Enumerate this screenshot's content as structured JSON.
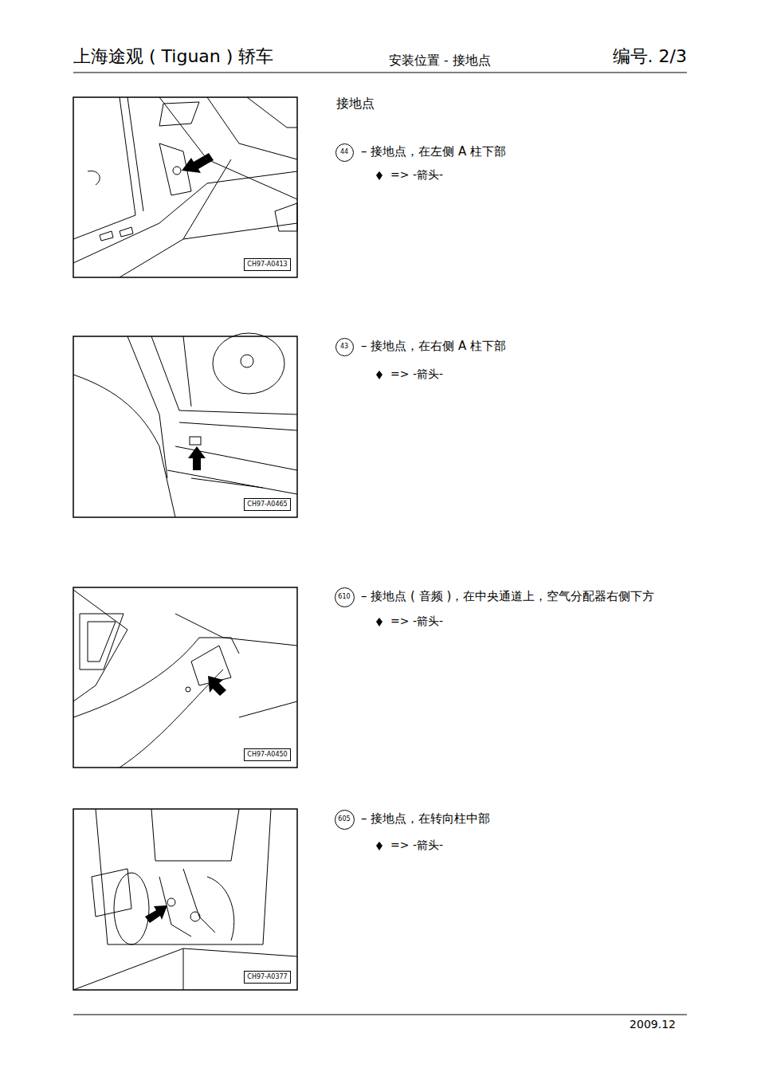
{
  "diagram": {
    "title": "接地点",
    "nodes": [
      {
        "text": [
          "CH97-A0413"
        ]
      },
      {
        "text": [
          "44"
        ]
      },
      {
        "text": [
          "CH97-A0465"
        ]
      },
      {
        "text": [
          "43"
        ]
      },
      {
        "text": [
          "CH97-A0450"
        ]
      },
      {
        "text": [
          "610"
        ]
      },
      {
        "text": [
          "CH97-A0377"
        ]
      },
      {
        "text": [
          "605"
        ]
      }
    ],
    "labels": [
      "上海途观 ( Tiguan ) 轿车",
      "安装位置 - 接地点",
      "编号. 2/3",
      "– 接地点，在左侧 A 柱下部",
      "=> -箭头-",
      "– 接地点，在右侧 A 柱下部",
      "=> -箭头-",
      "– 接地点 ( 音频 )，在中央通道上，空气分配器右侧下方",
      "=> -箭头-",
      "– 接地点，在转向柱中部",
      "=> -箭头-",
      "2009.12"
    ]
  }
}
